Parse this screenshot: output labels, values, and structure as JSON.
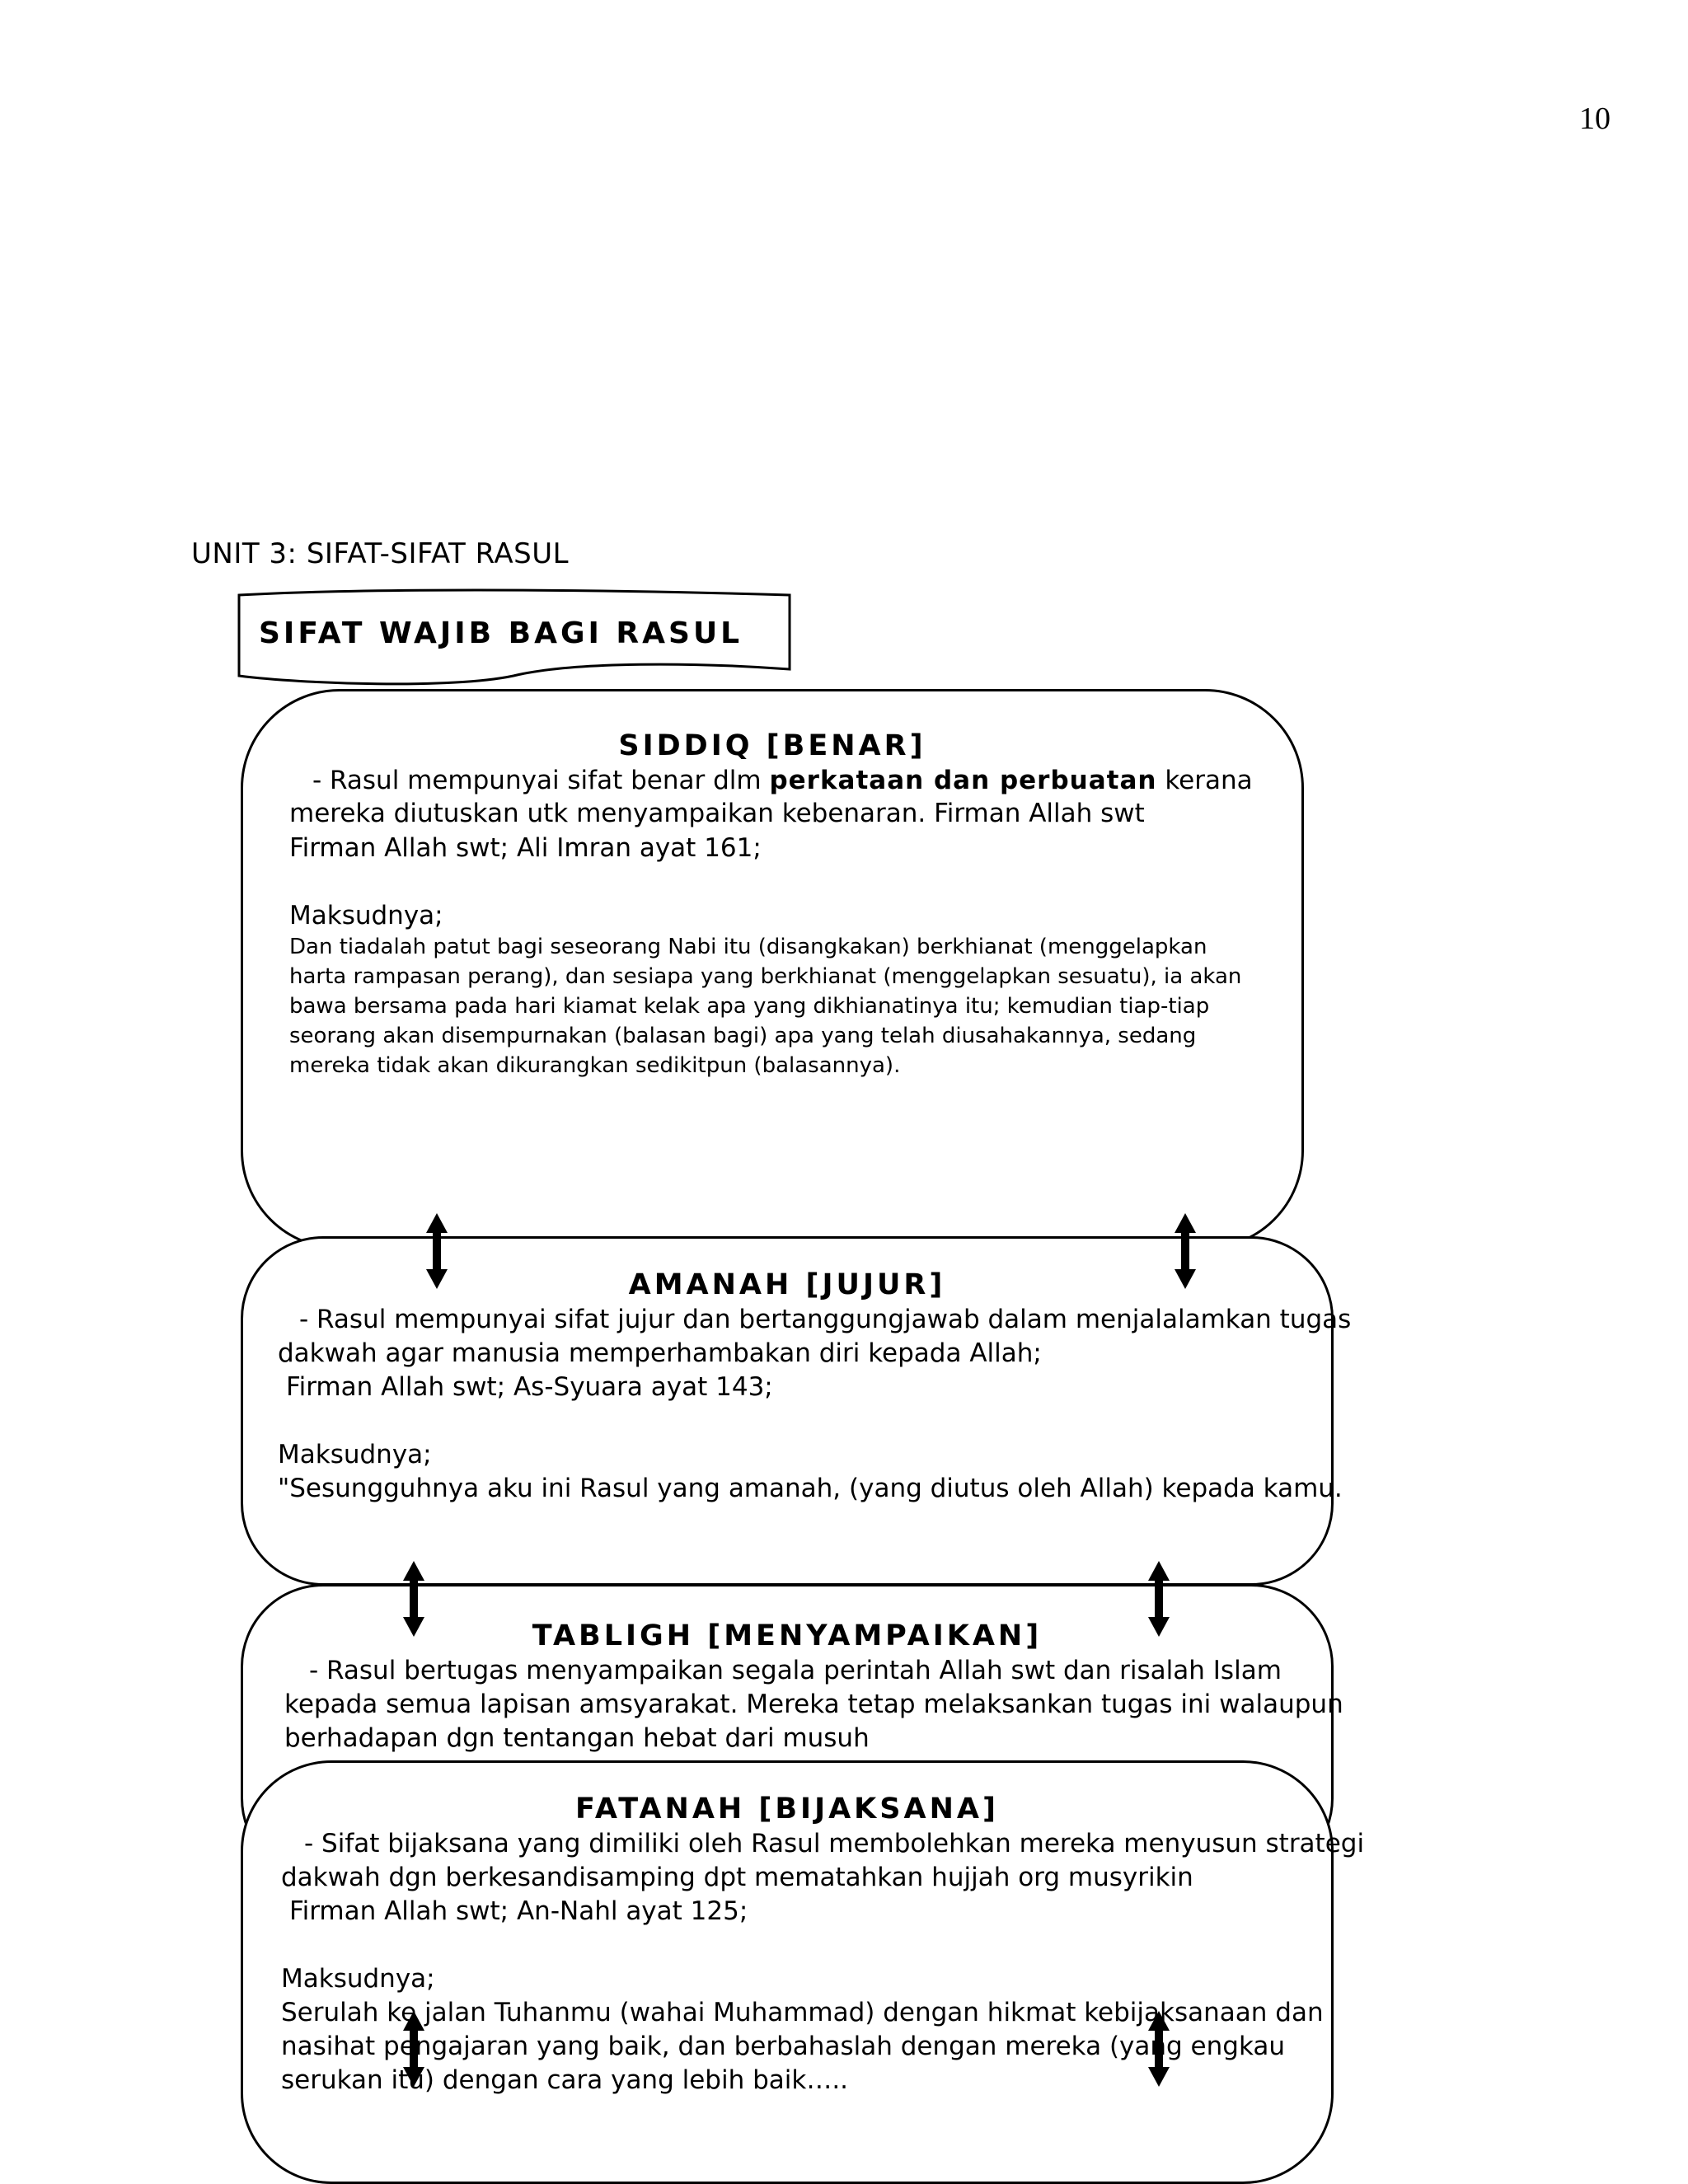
{
  "page_number": "10",
  "unit_title": "UNIT 3: SIFAT-SIFAT RASUL",
  "banner": "SIFAT WAJIB BAGI RASUL",
  "siddiq": {
    "title": "SIDDIQ [BENAR]",
    "line1_pre": "- Rasul mempunyai sifat benar dlm ",
    "line1_bold": "perkataan dan perbuatan",
    "line1_post": " kerana",
    "line2": "mereka diutuskan utk menyampaikan kebenaran. Firman Allah swt",
    "line3": "Firman Allah swt; Ali Imran ayat 161;",
    "maksud_label": "Maksudnya;",
    "m1": "Dan tiadalah patut bagi seseorang Nabi itu (disangkakan) berkhianat (menggelapkan",
    "m2": "harta rampasan perang), dan sesiapa yang berkhianat (menggelapkan sesuatu), ia akan",
    "m3": "bawa bersama pada hari kiamat kelak apa yang dikhianatinya itu; kemudian tiap-tiap",
    "m4": "seorang akan disempurnakan (balasan bagi) apa yang telah diusahakannya, sedang",
    "m5": "mereka tidak akan dikurangkan sedikitpun (balasannya)."
  },
  "amanah": {
    "title": "AMANAH [JUJUR]",
    "line1": "- Rasul mempunyai sifat jujur dan bertanggungjawab dalam menjalalamkan tugas",
    "line2": "dakwah agar manusia memperhambakan diri kepada Allah;",
    "line3": "Firman Allah swt; As-Syuara ayat 143;",
    "maksud_label": "Maksudnya;",
    "m1": "\"Sesungguhnya aku ini Rasul yang amanah, (yang diutus oleh Allah) kepada kamu."
  },
  "tabligh": {
    "title": "TABLIGH [MENYAMPAIKAN]",
    "line1": "- Rasul bertugas menyampaikan segala perintah Allah swt dan risalah Islam",
    "line2": "kepada semua lapisan amsyarakat. Mereka tetap melaksankan tugas ini walaupun",
    "line3": "berhadapan dgn tentangan hebat dari musuh"
  },
  "fatanah": {
    "title": "FATANAH [BIJAKSANA]",
    "line1": "- Sifat bijaksana yang dimiliki oleh Rasul membolehkan mereka menyusun strategi",
    "line2": "dakwah dgn berkesandisamping dpt mematahkan hujjah org musyrikin",
    "line3": "Firman Allah swt; An-Nahl ayat 125;",
    "maksud_label": "Maksudnya;",
    "m1": "Serulah ke jalan Tuhanmu (wahai Muhammad) dengan hikmat kebijaksanaan dan",
    "m2": "nasihat pengajaran yang baik, dan berbahaslah dengan mereka (yang engkau",
    "m3": "serukan itu) dengan cara yang lebih baik….."
  }
}
